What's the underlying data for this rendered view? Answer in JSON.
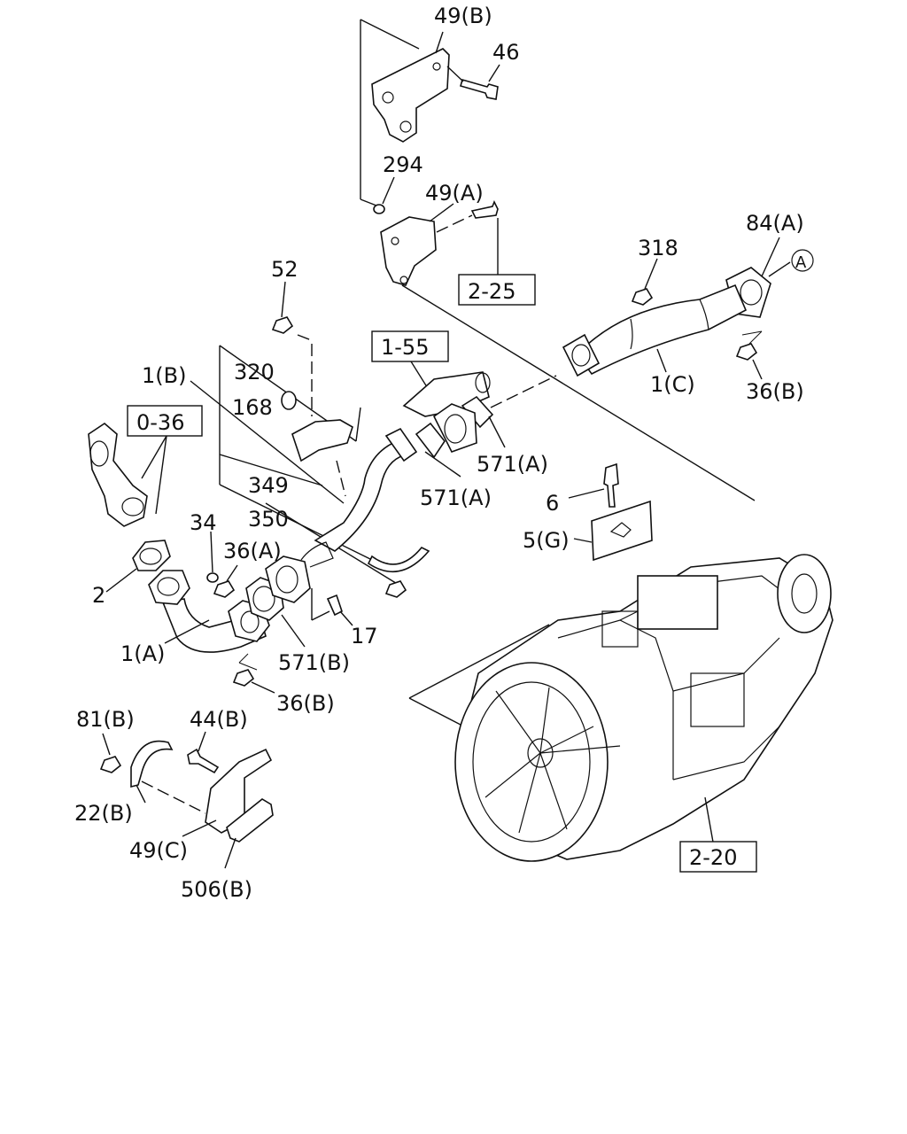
{
  "callouts": {
    "c49b": "49(B)",
    "c46": "46",
    "c294": "294",
    "c49a": "49(A)",
    "c52": "52",
    "c318": "318",
    "c84a": "84(A)",
    "c1b": "1(B)",
    "c320": "320",
    "c168": "168",
    "c349": "349",
    "c350": "350",
    "c571a1": "571(A)",
    "c571a2": "571(A)",
    "c1c": "1(C)",
    "c36b1": "36(B)",
    "c34": "34",
    "c36a": "36(A)",
    "c2": "2",
    "c6": "6",
    "c5g": "5(G)",
    "c17": "17",
    "c1a": "1(A)",
    "c571b": "571(B)",
    "c36b2": "36(B)",
    "c81b": "81(B)",
    "c44b": "44(B)",
    "c22b": "22(B)",
    "c49c": "49(C)",
    "c506b": "506(B)"
  },
  "references": {
    "r225": "2-25",
    "r155": "1-55",
    "r036": "0-36",
    "r220": "2-20"
  },
  "circle_marker": "A"
}
